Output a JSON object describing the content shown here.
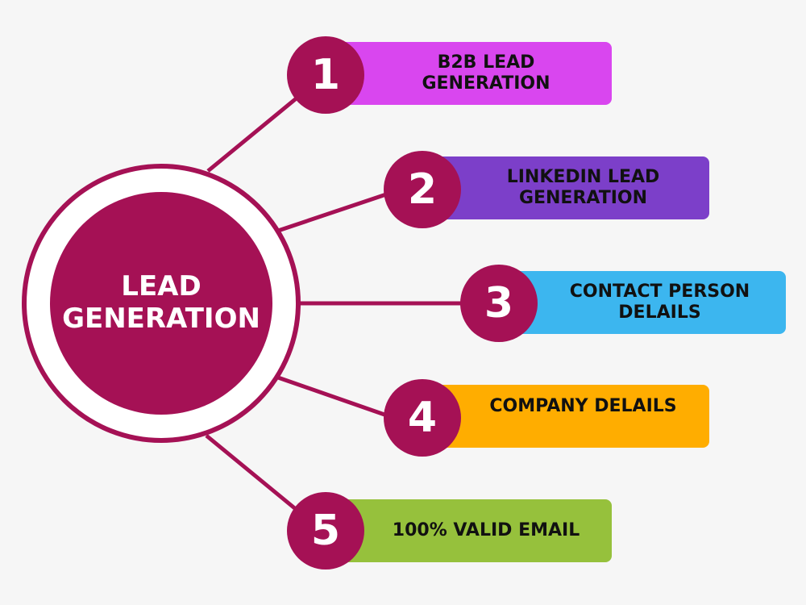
{
  "center": {
    "title_line1": "LEAD",
    "title_line2": "GENERATION"
  },
  "colors": {
    "hub": "#a51155",
    "ring": "#a51155",
    "line": "#a51155"
  },
  "items": [
    {
      "number": "1",
      "line1": "B2B LEAD",
      "line2": "GENERATION",
      "color": "#d946ef"
    },
    {
      "number": "2",
      "line1": "LINKEDIN LEAD",
      "line2": "GENERATION",
      "color": "#7c3fc9"
    },
    {
      "number": "3",
      "line1": "CONTACT PERSON",
      "line2": "DELAILS",
      "color": "#3cb6ef"
    },
    {
      "number": "4",
      "line1": "COMPANY DELAILS",
      "line2": "",
      "color": "#ffad00"
    },
    {
      "number": "5",
      "line1": "100% VALID EMAIL",
      "line2": "",
      "color": "#96c13c"
    }
  ]
}
